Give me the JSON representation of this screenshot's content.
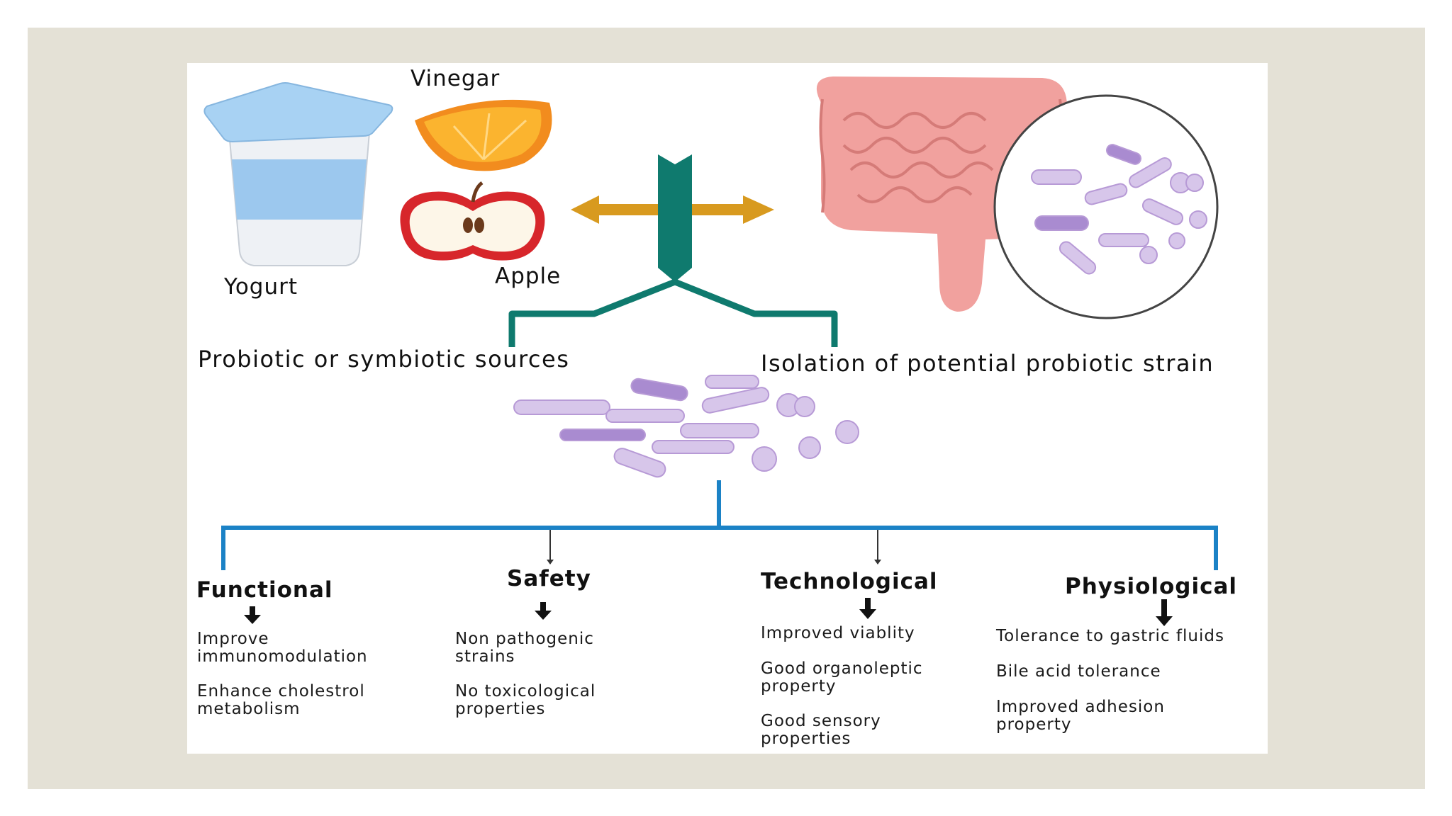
{
  "sources": {
    "yogurt": "Yogurt",
    "vinegar": "Vinegar",
    "apple": "Apple"
  },
  "labels": {
    "sources_title": "Probiotic or symbiotic sources",
    "isolation_title": "Isolation of potential  probiotic strain"
  },
  "criteria": [
    {
      "title": "Functional",
      "items": [
        "Improve\nimmunomodulation",
        "Enhance cholestrol\nmetabolism"
      ]
    },
    {
      "title": "Safety",
      "items": [
        "Non pathogenic\nstrains",
        "No toxicological\nproperties"
      ]
    },
    {
      "title": "Technological",
      "items": [
        "Improved viablity",
        "Good organoleptic\nproperty",
        "Good sensory\nproperties"
      ]
    },
    {
      "title": "Physiological",
      "items": [
        "Tolerance to gastric fluids",
        "Bile acid tolerance",
        "Improved adhesion\nproperty"
      ]
    }
  ],
  "colors": {
    "background": "#e4e1d6",
    "teal": "#0f7a6e",
    "gold": "#d89a1f",
    "blue": "#1b82c6",
    "microbe": "#b79ad6"
  }
}
